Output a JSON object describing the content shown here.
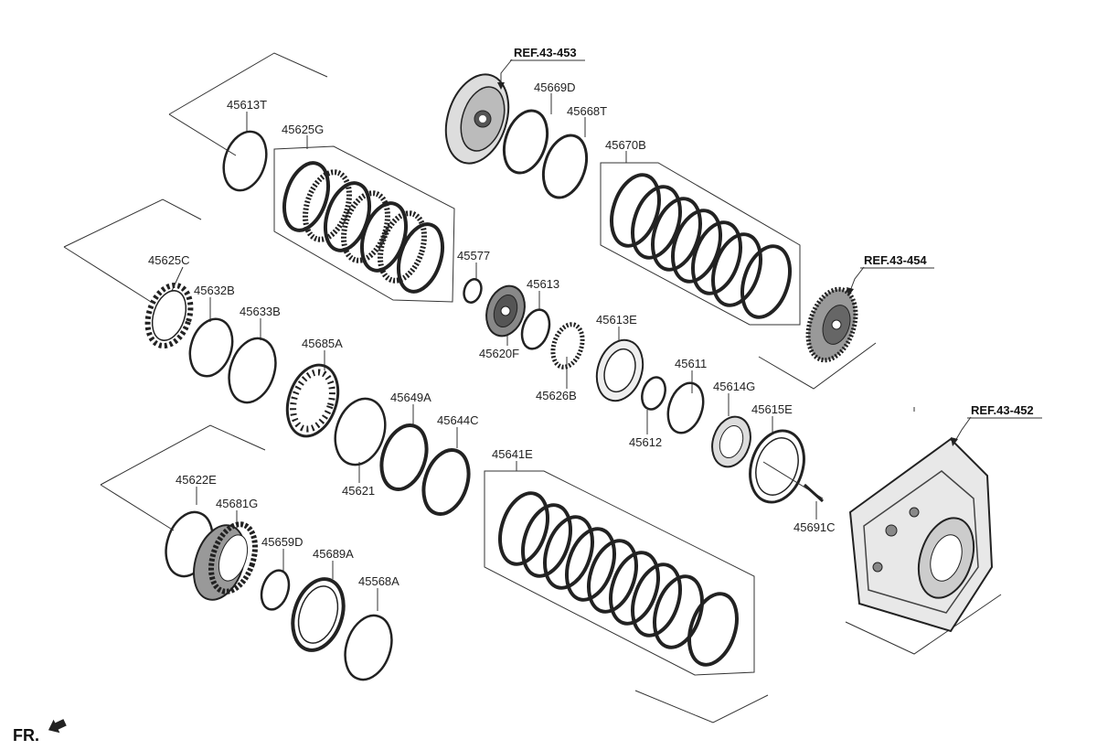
{
  "diagram": {
    "references": [
      {
        "id": "ref-453",
        "text": "REF.43-453"
      },
      {
        "id": "ref-454",
        "text": "REF.43-454"
      },
      {
        "id": "ref-452",
        "text": "REF.43-452"
      }
    ],
    "parts": [
      {
        "id": "45613T",
        "text": "45613T"
      },
      {
        "id": "45625G",
        "text": "45625G"
      },
      {
        "id": "45669D",
        "text": "45669D"
      },
      {
        "id": "45668T",
        "text": "45668T"
      },
      {
        "id": "45670B",
        "text": "45670B"
      },
      {
        "id": "45625C",
        "text": "45625C"
      },
      {
        "id": "45632B",
        "text": "45632B"
      },
      {
        "id": "45633B",
        "text": "45633B"
      },
      {
        "id": "45577",
        "text": "45577"
      },
      {
        "id": "45613",
        "text": "45613"
      },
      {
        "id": "45620F",
        "text": "45620F"
      },
      {
        "id": "45613E",
        "text": "45613E"
      },
      {
        "id": "45626B",
        "text": "45626B"
      },
      {
        "id": "45685A",
        "text": "45685A"
      },
      {
        "id": "45649A",
        "text": "45649A"
      },
      {
        "id": "45644C",
        "text": "45644C"
      },
      {
        "id": "45621",
        "text": "45621"
      },
      {
        "id": "45611",
        "text": "45611"
      },
      {
        "id": "45612",
        "text": "45612"
      },
      {
        "id": "45614G",
        "text": "45614G"
      },
      {
        "id": "45615E",
        "text": "45615E"
      },
      {
        "id": "45691C",
        "text": "45691C"
      },
      {
        "id": "45641E",
        "text": "45641E"
      },
      {
        "id": "45622E",
        "text": "45622E"
      },
      {
        "id": "45681G",
        "text": "45681G"
      },
      {
        "id": "45659D",
        "text": "45659D"
      },
      {
        "id": "45689A",
        "text": "45689A"
      },
      {
        "id": "45568A",
        "text": "45568A"
      }
    ],
    "direction_label": "FR."
  }
}
